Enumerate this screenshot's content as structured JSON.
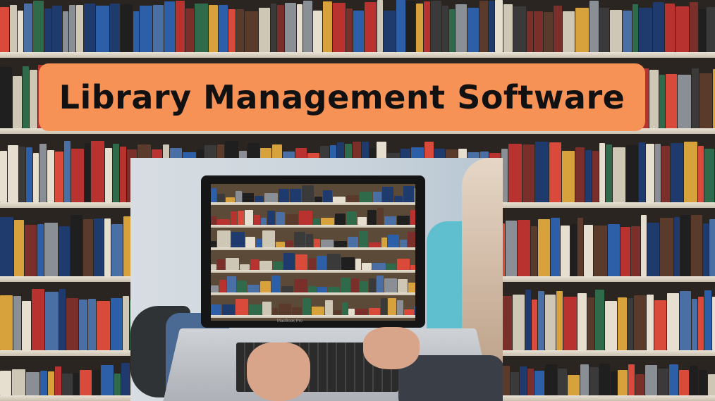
{
  "banner": {
    "title": "Library Management Software",
    "color": "#f79256",
    "text_color": "#111111"
  },
  "photo": {
    "subject": "person using laptop showing bookshelves",
    "laptop_label": "MacBook Pro"
  },
  "background": {
    "subject": "library bookshelves"
  },
  "palette": {
    "book_colors": [
      "#b8322f",
      "#d94a3a",
      "#1f3b6d",
      "#2d5fa8",
      "#1f1f1f",
      "#3a3a3a",
      "#2f6b4a",
      "#cfc7b5",
      "#e6dfcf",
      "#7a2f2a",
      "#4a6fa5",
      "#d7a23b",
      "#5a3b2b",
      "#8a8f96"
    ]
  }
}
